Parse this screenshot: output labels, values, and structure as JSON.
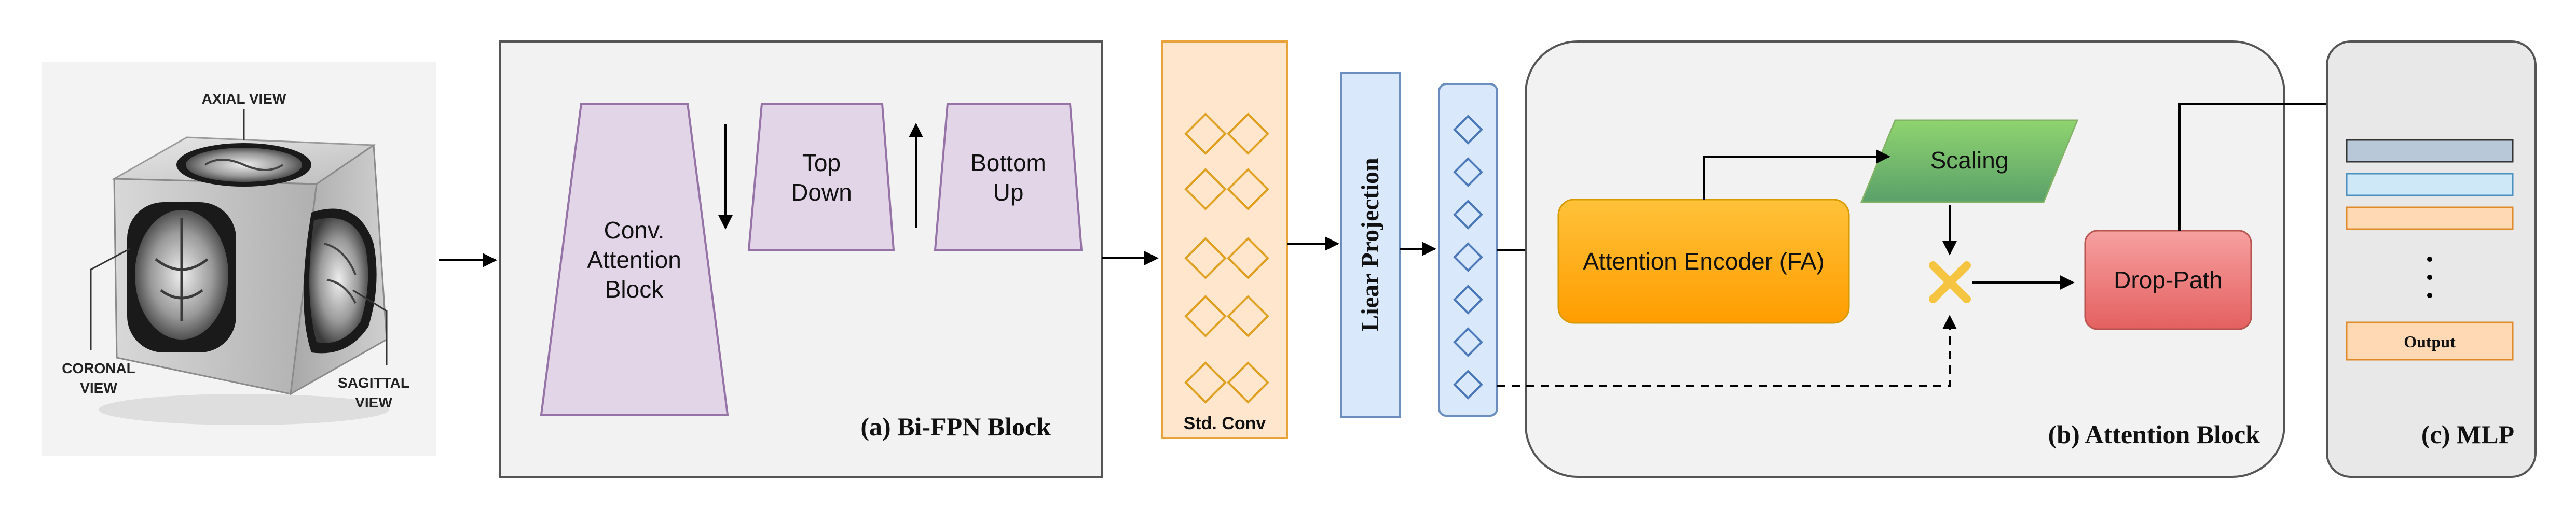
{
  "input_image": {
    "axial_label": "AXIAL VIEW",
    "coronal_label_line1": "CORONAL",
    "coronal_label_line2": "VIEW",
    "sagittal_label_line1": "SAGITTAL",
    "sagittal_label_line2": "VIEW"
  },
  "bifpn": {
    "caption": "(a) Bi-FPN Block",
    "conv_attention_line1": "Conv.",
    "conv_attention_line2": "Attention",
    "conv_attention_line3": "Block",
    "top_down_line1": "Top",
    "top_down_line2": "Down",
    "bottom_up_line1": "Bottom",
    "bottom_up_line2": "Up"
  },
  "std_conv": {
    "label": "Std. Conv"
  },
  "projection": {
    "label": "Liear Projection"
  },
  "attention": {
    "caption": "(b) Attention Block",
    "encoder_label": "Attention Encoder (FA)",
    "scaling_label": "Scaling",
    "drop_path_label": "Drop-Path"
  },
  "mlp": {
    "caption": "(c) MLP",
    "output_label": "Output"
  },
  "colors": {
    "panel_fill": "#f2f2f2",
    "panel_stroke": "#555555",
    "purple_fill": "#e1d5e7",
    "purple_stroke": "#9673a6",
    "orange_fill": "#ffe6cc",
    "orange_stroke": "#d79b00",
    "blue_fill": "#dae8fc",
    "blue_stroke": "#6c8ebf",
    "encoder_fill": "#ffb000",
    "scaling_fill": "#82c46a",
    "droppath_fill": "#f08080",
    "multiply_color": "#f5c542"
  }
}
